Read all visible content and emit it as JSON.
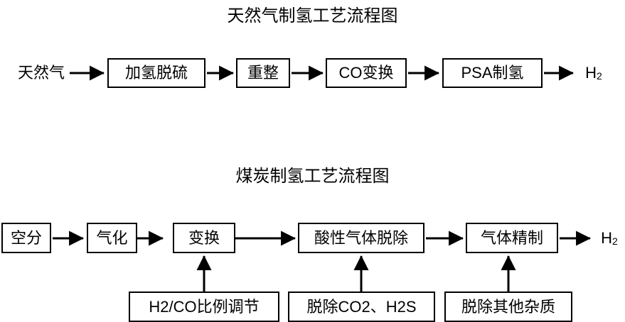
{
  "diagram": {
    "background_color": "#ffffff",
    "line_color": "#000000",
    "sections": [
      {
        "title": "天然气制氢工艺流程图",
        "nodes": [
          {
            "name": "feed-label",
            "label": "天然气",
            "boxed": false
          },
          {
            "name": "hydrodesulfurization",
            "label": "加氢脱硫",
            "boxed": true
          },
          {
            "name": "reforming",
            "label": "重整",
            "boxed": true
          },
          {
            "name": "co-shift",
            "label": "CO变换",
            "boxed": true
          },
          {
            "name": "psa-hydrogen",
            "label": "PSA制氢",
            "boxed": true
          },
          {
            "name": "product-label",
            "label": "H2",
            "boxed": false
          }
        ]
      },
      {
        "title": "煤炭制氢工艺流程图",
        "nodes": [
          {
            "name": "air-separation",
            "label": "空分",
            "boxed": true
          },
          {
            "name": "gasification",
            "label": "气化",
            "boxed": true
          },
          {
            "name": "shift-conversion",
            "label": "变换",
            "boxed": true
          },
          {
            "name": "acid-gas-removal",
            "label": "酸性气体脱除",
            "boxed": true
          },
          {
            "name": "gas-purification",
            "label": "气体精制",
            "boxed": true
          },
          {
            "name": "product-label",
            "label": "H2",
            "boxed": false
          }
        ],
        "annotations": [
          {
            "name": "ratio-adjustment",
            "label": "H2/CO比例调节",
            "target": "shift-conversion"
          },
          {
            "name": "co2-h2s-removal",
            "label": "脱除CO2、H2S",
            "target": "acid-gas-removal"
          },
          {
            "name": "other-impurity-removal",
            "label": "脱除其他杂质",
            "target": "gas-purification"
          }
        ]
      }
    ],
    "product_formula": {
      "element": "H",
      "subscript": "2"
    }
  }
}
